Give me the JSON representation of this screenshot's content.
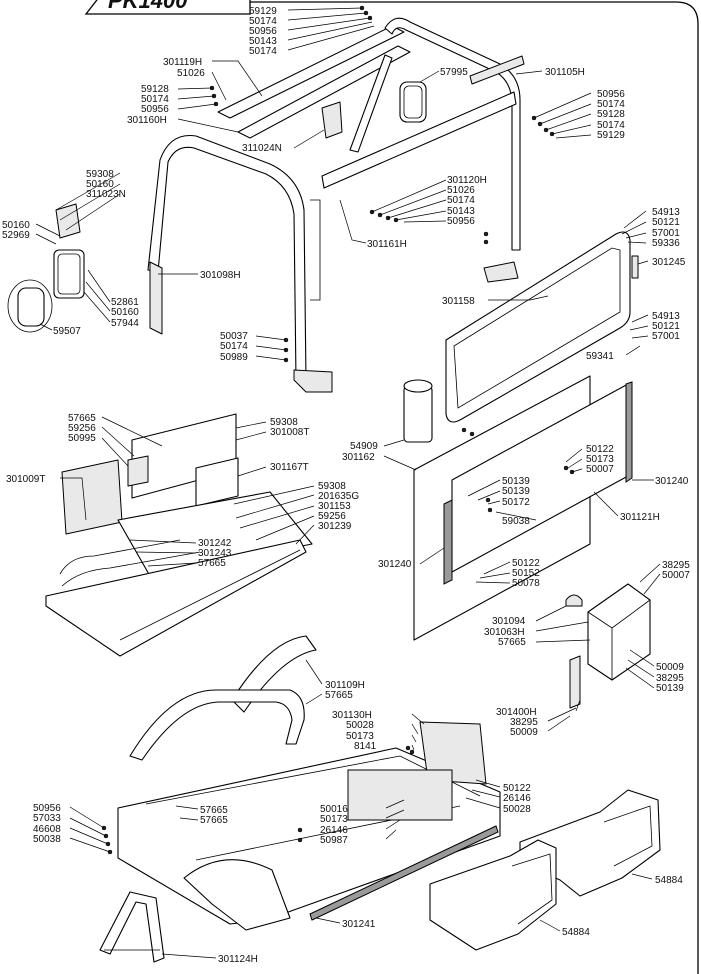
{
  "title": "PK1400",
  "labels": [
    {
      "id": "l1",
      "text": "59129"
    },
    {
      "id": "l2",
      "text": "50174"
    },
    {
      "id": "l3",
      "text": "50956"
    },
    {
      "id": "l4",
      "text": "50143"
    },
    {
      "id": "l5",
      "text": "50174"
    },
    {
      "id": "l6",
      "text": "301119H"
    },
    {
      "id": "l7",
      "text": "51026"
    },
    {
      "id": "l8",
      "text": "57995"
    },
    {
      "id": "l9",
      "text": "301105H"
    },
    {
      "id": "l10",
      "text": "59128"
    },
    {
      "id": "l11",
      "text": "50174"
    },
    {
      "id": "l12",
      "text": "50956"
    },
    {
      "id": "l13",
      "text": "301160H"
    },
    {
      "id": "l14",
      "text": "50956"
    },
    {
      "id": "l15",
      "text": "50174"
    },
    {
      "id": "l16",
      "text": "59128"
    },
    {
      "id": "l17",
      "text": "50174"
    },
    {
      "id": "l18",
      "text": "59129"
    },
    {
      "id": "l19",
      "text": "311024N"
    },
    {
      "id": "l20",
      "text": "59308"
    },
    {
      "id": "l21",
      "text": "50160"
    },
    {
      "id": "l22",
      "text": "311023N"
    },
    {
      "id": "l23",
      "text": "301120H"
    },
    {
      "id": "l24",
      "text": "51026"
    },
    {
      "id": "l25",
      "text": "50174"
    },
    {
      "id": "l26",
      "text": "50143"
    },
    {
      "id": "l27",
      "text": "50956"
    },
    {
      "id": "l28",
      "text": "50160"
    },
    {
      "id": "l29",
      "text": "52969"
    },
    {
      "id": "l30",
      "text": "54913"
    },
    {
      "id": "l31",
      "text": "50121"
    },
    {
      "id": "l32",
      "text": "57001"
    },
    {
      "id": "l33",
      "text": "59336"
    },
    {
      "id": "l34",
      "text": "301161H"
    },
    {
      "id": "l35",
      "text": "301245"
    },
    {
      "id": "l36",
      "text": "301098H"
    },
    {
      "id": "l37",
      "text": "52861"
    },
    {
      "id": "l38",
      "text": "50160"
    },
    {
      "id": "l39",
      "text": "57944"
    },
    {
      "id": "l40",
      "text": "301158"
    },
    {
      "id": "l41",
      "text": "59507"
    },
    {
      "id": "l42",
      "text": "54913"
    },
    {
      "id": "l43",
      "text": "50121"
    },
    {
      "id": "l44",
      "text": "57001"
    },
    {
      "id": "l45",
      "text": "50037"
    },
    {
      "id": "l46",
      "text": "50174"
    },
    {
      "id": "l47",
      "text": "50989"
    },
    {
      "id": "l48",
      "text": "59341"
    },
    {
      "id": "l49",
      "text": "57665"
    },
    {
      "id": "l50",
      "text": "59256"
    },
    {
      "id": "l51",
      "text": "50995"
    },
    {
      "id": "l52",
      "text": "59308"
    },
    {
      "id": "l53",
      "text": "301008T"
    },
    {
      "id": "l54",
      "text": "54909"
    },
    {
      "id": "l55",
      "text": "301162"
    },
    {
      "id": "l56",
      "text": "50122"
    },
    {
      "id": "l57",
      "text": "50173"
    },
    {
      "id": "l58",
      "text": "50007"
    },
    {
      "id": "l59",
      "text": "301009T"
    },
    {
      "id": "l60",
      "text": "301167T"
    },
    {
      "id": "l61",
      "text": "301240"
    },
    {
      "id": "l62",
      "text": "50139"
    },
    {
      "id": "l63",
      "text": "50139"
    },
    {
      "id": "l64",
      "text": "50172"
    },
    {
      "id": "l65",
      "text": "59308"
    },
    {
      "id": "l66",
      "text": "201635G"
    },
    {
      "id": "l67",
      "text": "301153"
    },
    {
      "id": "l68",
      "text": "59256"
    },
    {
      "id": "l69",
      "text": "301239"
    },
    {
      "id": "l70",
      "text": "59038"
    },
    {
      "id": "l71",
      "text": "301121H"
    },
    {
      "id": "l72",
      "text": "301242"
    },
    {
      "id": "l73",
      "text": "301243"
    },
    {
      "id": "l74",
      "text": "57665"
    },
    {
      "id": "l75",
      "text": "301240"
    },
    {
      "id": "l76",
      "text": "50122"
    },
    {
      "id": "l77",
      "text": "50152"
    },
    {
      "id": "l78",
      "text": "50078"
    },
    {
      "id": "l79",
      "text": "38295"
    },
    {
      "id": "l80",
      "text": "50007"
    },
    {
      "id": "l81",
      "text": "301094"
    },
    {
      "id": "l82",
      "text": "301063H"
    },
    {
      "id": "l83",
      "text": "57665"
    },
    {
      "id": "l84",
      "text": "50009"
    },
    {
      "id": "l85",
      "text": "38295"
    },
    {
      "id": "l86",
      "text": "50139"
    },
    {
      "id": "l87",
      "text": "301109H"
    },
    {
      "id": "l88",
      "text": "57665"
    },
    {
      "id": "l89",
      "text": "301400H"
    },
    {
      "id": "l90",
      "text": "38295"
    },
    {
      "id": "l91",
      "text": "50009"
    },
    {
      "id": "l92",
      "text": "301130H"
    },
    {
      "id": "l93",
      "text": "50028"
    },
    {
      "id": "l94",
      "text": "50173"
    },
    {
      "id": "l95",
      "text": "8141"
    },
    {
      "id": "l96",
      "text": "50956"
    },
    {
      "id": "l97",
      "text": "57033"
    },
    {
      "id": "l98",
      "text": "46608"
    },
    {
      "id": "l99",
      "text": "50038"
    },
    {
      "id": "l100",
      "text": "57665"
    },
    {
      "id": "l101",
      "text": "57665"
    },
    {
      "id": "l102",
      "text": "50016"
    },
    {
      "id": "l103",
      "text": "50173"
    },
    {
      "id": "l104",
      "text": "26146"
    },
    {
      "id": "l105",
      "text": "50987"
    },
    {
      "id": "l106",
      "text": "50122"
    },
    {
      "id": "l107",
      "text": "26146"
    },
    {
      "id": "l108",
      "text": "50028"
    },
    {
      "id": "l109",
      "text": "54884"
    },
    {
      "id": "l110",
      "text": "301241"
    },
    {
      "id": "l111",
      "text": "54884"
    },
    {
      "id": "l112",
      "text": "301124H"
    }
  ]
}
